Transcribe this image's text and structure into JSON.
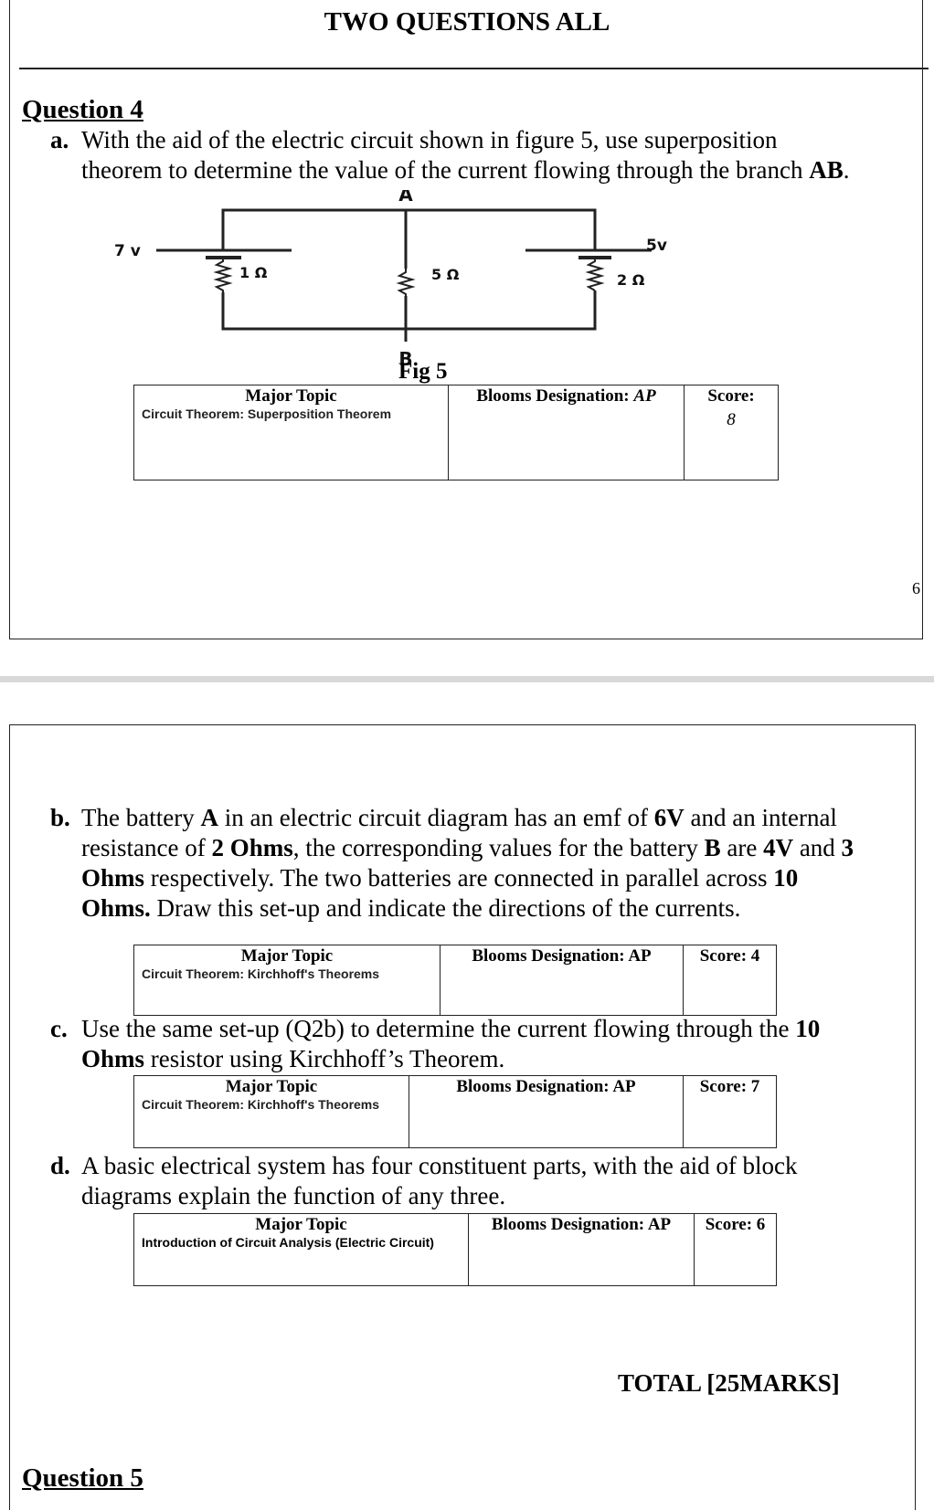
{
  "header": {
    "title": "TWO QUESTIONS ALL"
  },
  "question4": {
    "heading": "Question 4",
    "part_a": {
      "label": "a.",
      "line1": "With the aid of the electric circuit shown in figure 5, use superposition",
      "line2_pre": "theorem to determine the value of the current flowing through the branch ",
      "line2_bold": "AB",
      "line2_post": ".",
      "figure": {
        "caption": "Fig 5",
        "node_a": "A",
        "node_b": "B",
        "source_left": "7 v",
        "source_right": "5v",
        "r1": "1 Ω",
        "r2": "5 Ω",
        "r3": "2 Ω"
      },
      "table": {
        "topic_header": "Major Topic",
        "topic": "Circuit Theorem: Superposition Theorem",
        "blooms_label": "Blooms Designation: ",
        "blooms_value": "AP",
        "score_label": "Score:",
        "score_value": "8"
      }
    },
    "page_number": "6"
  },
  "page2": {
    "part_b": {
      "label": "b.",
      "t1": "The battery ",
      "b1": "A",
      "t2": " in an electric circuit diagram has an emf of ",
      "b2": "6V",
      "t3": " and an internal",
      "t4": "resistance of ",
      "b3": "2 Ohms",
      "t5": ", the corresponding values for the battery ",
      "b4": "B",
      "t6": " are ",
      "b5": "4V",
      "t7": " and ",
      "b6": "3",
      "b7": "Ohms",
      "t8": " respectively. The two batteries are connected in parallel across ",
      "b8": "10",
      "b9": "Ohms.",
      "t9": " Draw this set-up and indicate the directions of the currents.",
      "table": {
        "topic_header": "Major Topic",
        "topic": "Circuit Theorem: Kirchhoff's Theorems",
        "blooms": "Blooms Designation: AP",
        "score": "Score: 4"
      }
    },
    "part_c": {
      "label": "c.",
      "t1": "Use the same set-up (Q2b) to determine the current flowing through the ",
      "b1": "10",
      "b2": "Ohms",
      "t2": " resistor using Kirchhoff’s Theorem.",
      "table": {
        "topic_header": "Major Topic",
        "topic": "Circuit Theorem: Kirchhoff's Theorems",
        "blooms": "Blooms Designation: AP",
        "score": "Score: 7"
      }
    },
    "part_d": {
      "label": "d.",
      "line1": "A basic electrical system has four constituent parts, with the aid of block",
      "line2": "diagrams explain the function of any three.",
      "table": {
        "topic_header": "Major Topic",
        "topic": "Introduction of Circuit Analysis (Electric Circuit)",
        "blooms": "Blooms Designation: AP",
        "score": "Score: 6"
      }
    },
    "total": "TOTAL [25MARKS]",
    "next_heading": "Question 5"
  }
}
